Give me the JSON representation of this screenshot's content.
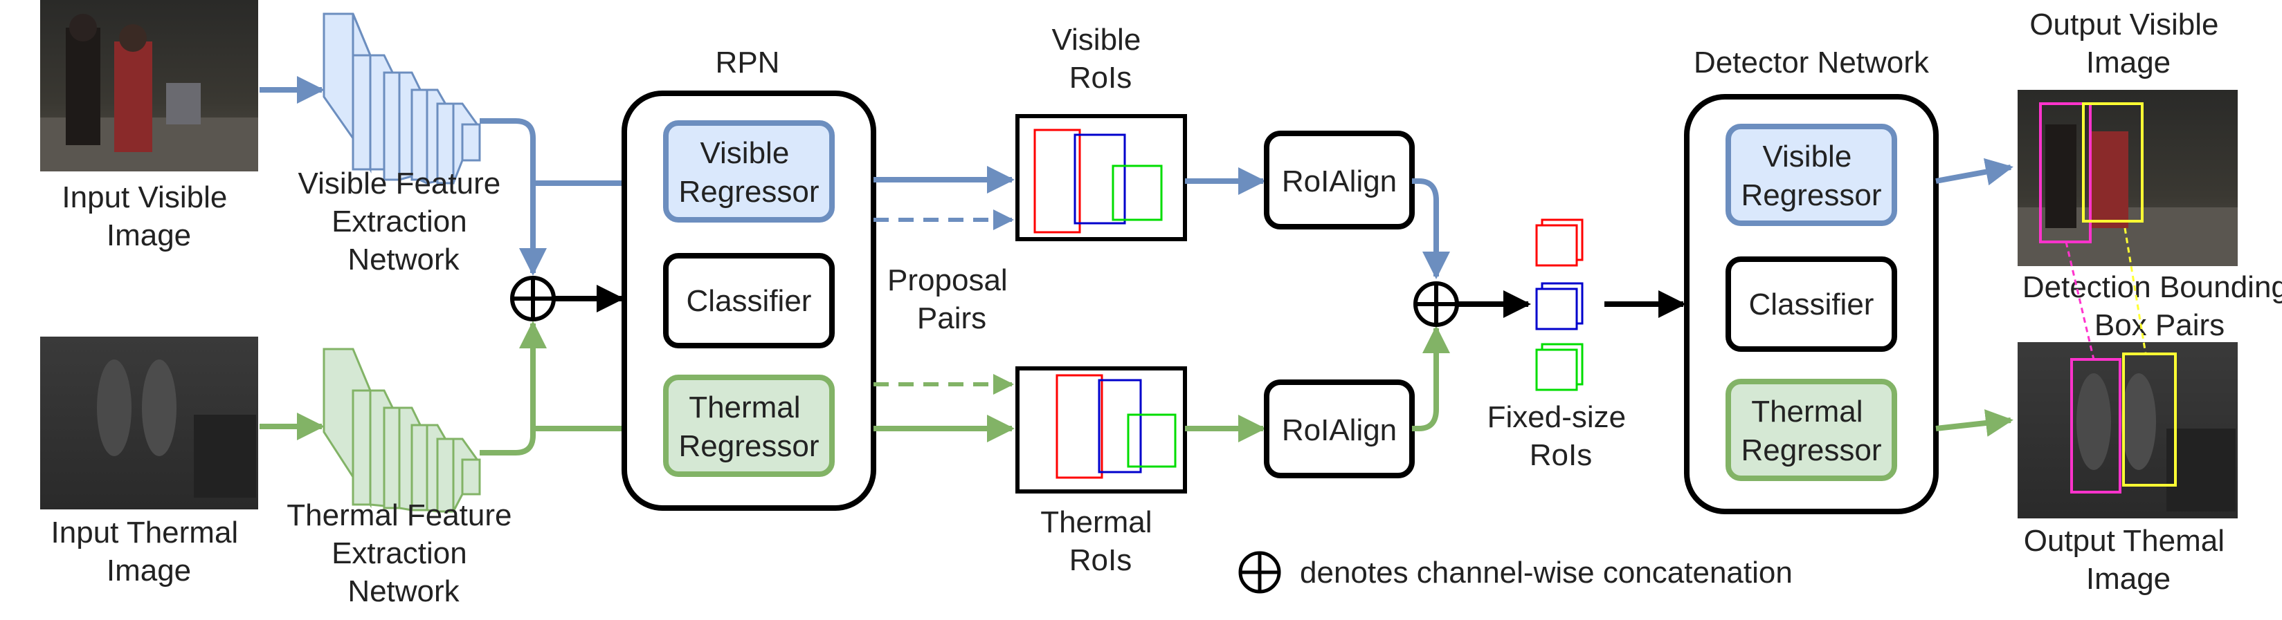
{
  "labels": {
    "input_visible": [
      "Input Visible",
      "Image"
    ],
    "input_thermal": [
      "Input Thermal",
      "Image"
    ],
    "visible_fe": [
      "Visible Feature",
      "Extraction",
      "Network"
    ],
    "thermal_fe": [
      "Thermal Feature",
      "Extraction",
      "Network"
    ],
    "rpn_title": "RPN",
    "visible_rois": [
      "Visible",
      "RoIs"
    ],
    "thermal_rois": [
      "Thermal",
      "RoIs"
    ],
    "proposal_pairs": [
      "Proposal",
      "Pairs"
    ],
    "fixed_size_rois": [
      "Fixed-size",
      "RoIs"
    ],
    "detector_title": "Detector Network",
    "output_visible": [
      "Output Visible",
      "Image"
    ],
    "output_thermal": [
      "Output Themal",
      "Image"
    ],
    "detection_pairs": [
      "Detection Bounding",
      "Box Pairs"
    ],
    "legend_text": "denotes channel-wise concatenation"
  },
  "rpn": {
    "visible_regressor": [
      "Visible",
      "Regressor"
    ],
    "classifier": "Classifier",
    "thermal_regressor": [
      "Thermal",
      "Regressor"
    ]
  },
  "detector": {
    "visible_regressor": [
      "Visible",
      "Regressor"
    ],
    "classifier": "Classifier",
    "thermal_regressor": [
      "Thermal",
      "Regressor"
    ]
  },
  "roialign": {
    "top": "RoIAlign",
    "bottom": "RoIAlign"
  },
  "colors": {
    "visible_stream": "#6c8ebf",
    "thermal_stream": "#82b366",
    "visible_fill": "#dae8fc",
    "thermal_fill": "#d5e8d4",
    "roi_red": "#ff0000",
    "roi_blue": "#0000cc",
    "roi_green": "#00dd00",
    "bbox_magenta": "#ff33cc",
    "bbox_yellow": "#ffff33"
  }
}
